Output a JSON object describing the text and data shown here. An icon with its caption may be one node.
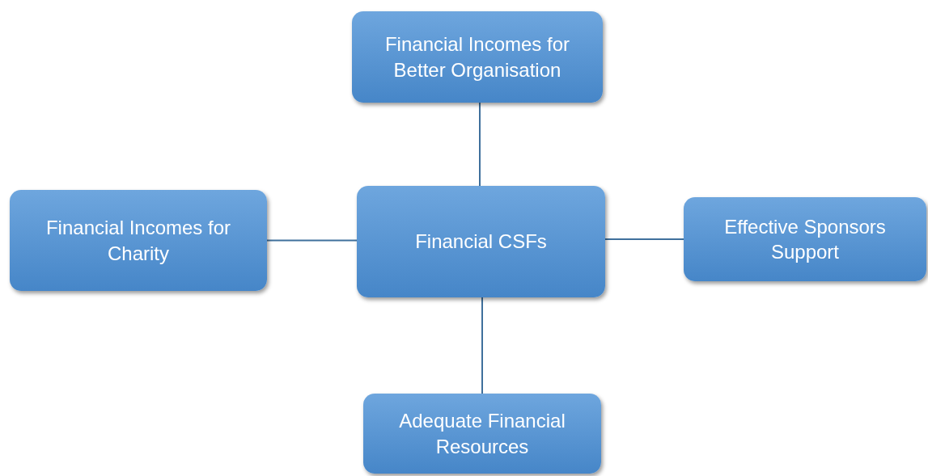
{
  "diagram": {
    "nodes": [
      {
        "text": [
          "Financial Incomes for Better Organisation"
        ]
      },
      {
        "text": [
          "Financial Incomes for Charity"
        ]
      },
      {
        "text": [
          "Financial CSFs"
        ]
      },
      {
        "text": [
          "Effective Sponsors Support"
        ]
      },
      {
        "text": [
          "Adequate Financial Resources"
        ]
      }
    ],
    "edges": [
      {
        "from": 2,
        "to": 0,
        "arrow": "none"
      },
      {
        "from": 2,
        "to": 1,
        "arrow": "none"
      },
      {
        "from": 2,
        "to": 3,
        "arrow": "none"
      },
      {
        "from": 2,
        "to": 4,
        "arrow": "none"
      }
    ]
  }
}
